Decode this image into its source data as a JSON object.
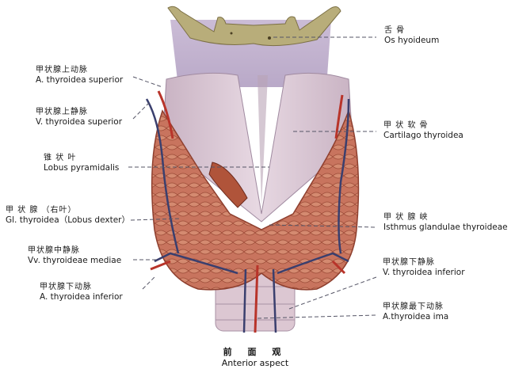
{
  "figure": {
    "caption_zh": "前 面 观",
    "caption_en": "Anterior aspect",
    "colors": {
      "gland": "#c8745e",
      "gland_dark": "#8e3f2e",
      "vein": "#3a3f6e",
      "artery": "#b8342a",
      "cartilage": "#d9c6d4",
      "membrane": "#c6b7d0",
      "hyoid": "#b8ad7a",
      "leader_line": "#556"
    }
  },
  "labels": {
    "left": [
      {
        "zh": "甲状腺上动脉",
        "en": "A. thyroidea superior"
      },
      {
        "zh": "甲状腺上静脉",
        "en": "V. thyroidea superior"
      },
      {
        "zh": "锥 状 叶",
        "en": "Lobus pyramidalis"
      },
      {
        "zh": "甲  状  腺  （右叶）",
        "en": "Gl. thyroidea（Lobus dexter）"
      },
      {
        "zh": "甲状腺中静脉",
        "en": "Vv. thyroideae mediae"
      },
      {
        "zh": "甲状腺下动脉",
        "en": "A. thyroidea inferior"
      }
    ],
    "right": [
      {
        "zh": "舌    骨",
        "en": "Os hyoideum"
      },
      {
        "zh": "甲 状 软 骨",
        "en": "Cartilago thyroidea"
      },
      {
        "zh": "甲 状 腺 峡",
        "en": "Isthmus glandulae thyroideae"
      },
      {
        "zh": "甲状腺下静脉",
        "en": "V. thyroidea inferior"
      },
      {
        "zh": "甲状腺最下动脉",
        "en": "A.thyroidea ima"
      }
    ]
  }
}
